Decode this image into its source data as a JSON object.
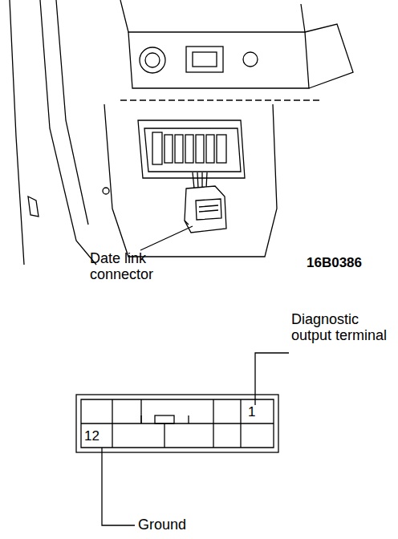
{
  "diagram": {
    "labels": [
      "Date link connector",
      "16B0386",
      "Diagnostic output terminal",
      "1",
      "12",
      "Ground"
    ]
  }
}
